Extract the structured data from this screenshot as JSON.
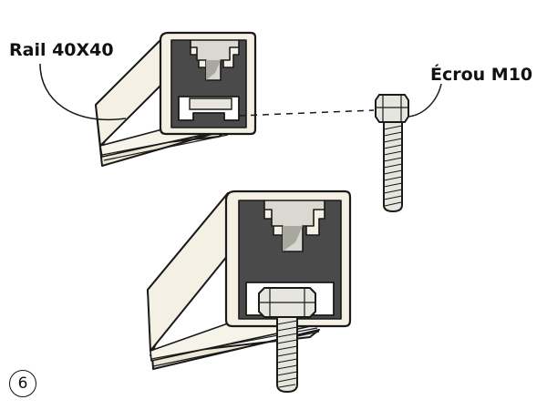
{
  "labels": {
    "rail": "Rail 40X40",
    "nut": "Écrou M10"
  },
  "step": {
    "number": "6"
  },
  "colors": {
    "outline": "#1a1a1a",
    "rail_face_fill": "#f4f1e4",
    "rail_side_fill": "#ece8d6",
    "profile_dark": "#4a4a4a",
    "channel_metal": "#d9d9d2",
    "bolt_fill": "#e6e6de"
  }
}
